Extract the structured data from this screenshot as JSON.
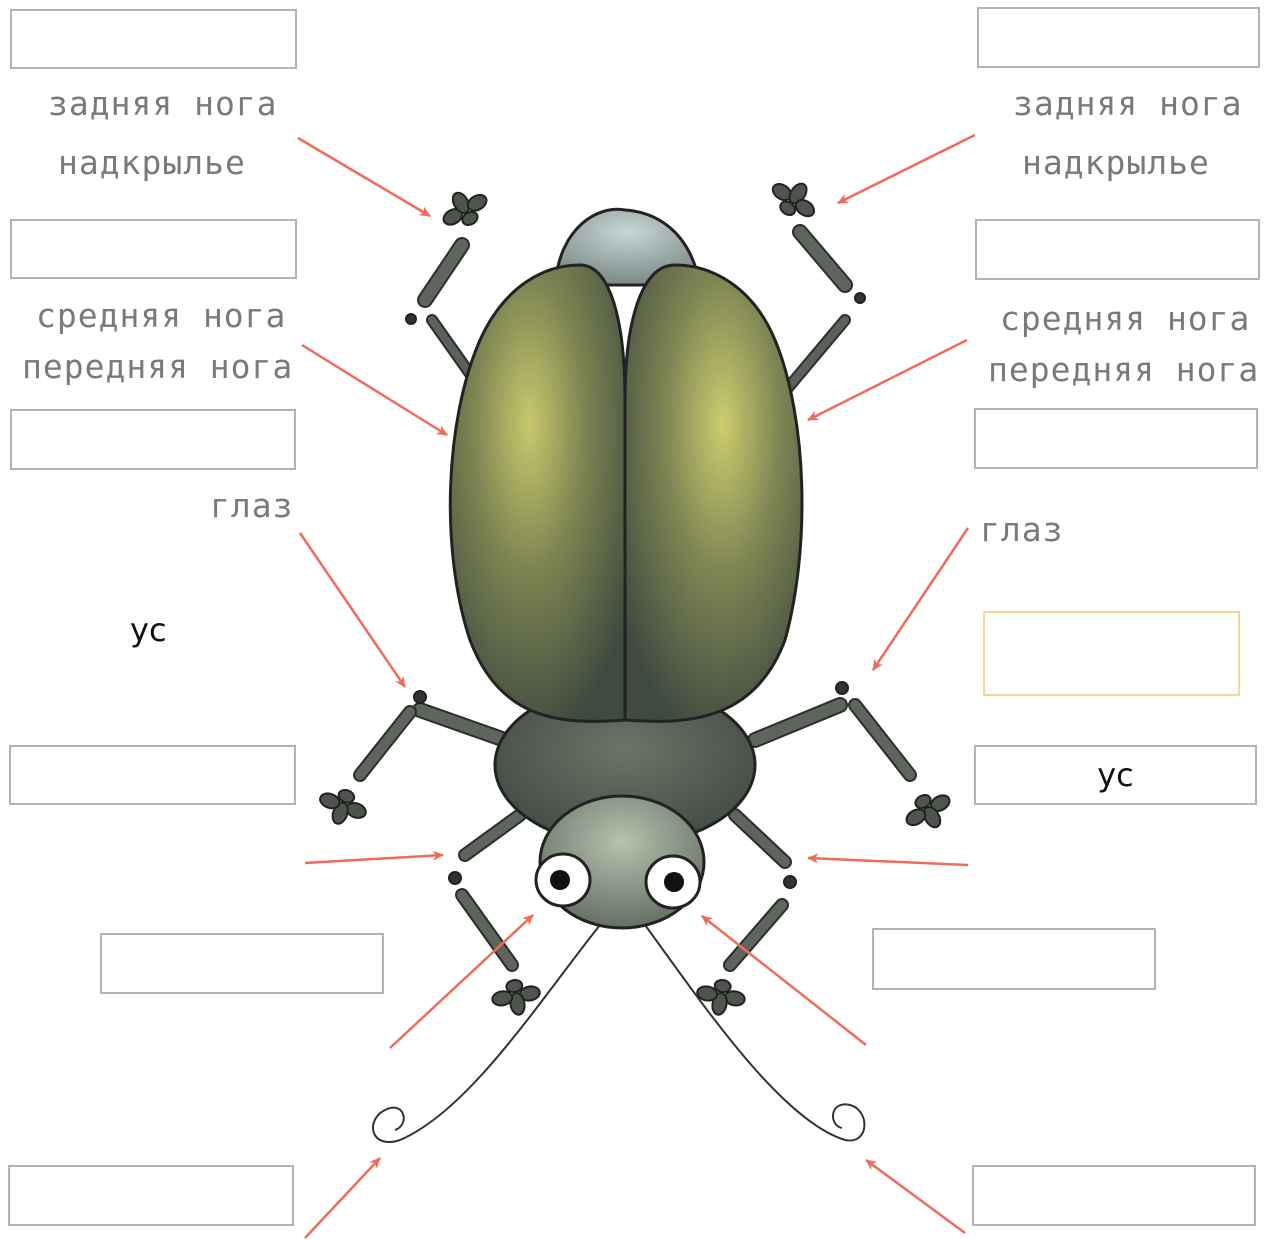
{
  "word_bank_left": {
    "w1": "задняя нога",
    "w2": "надкрылье",
    "w3": "средняя нога",
    "w4": "передняя нога",
    "w5": "глаз",
    "w6": "ус"
  },
  "word_bank_right": {
    "w1": "задняя нога",
    "w2": "надкрылье",
    "w3": "средняя нога",
    "w4": "передняя нога",
    "w5": "глаз"
  },
  "placed_answers": {
    "right_box_6": "ус"
  },
  "colors": {
    "arrow": "#ef6b5a",
    "box_border": "#b3b3b3",
    "box_highlight": "#f7d59a",
    "beetle_body": "#4a5247",
    "elytra_highlight": "#c9c86a",
    "word_gray": "#7a7a7a"
  }
}
